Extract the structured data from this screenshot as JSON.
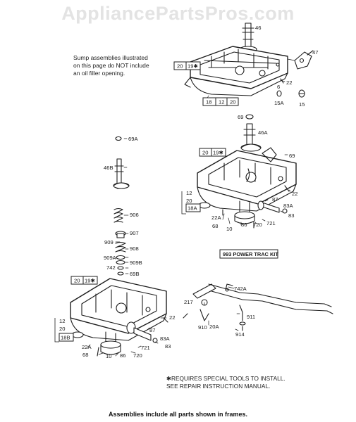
{
  "watermark": "AppliancePartsPros.com",
  "note_lines": [
    "Sump assemblies illustrated",
    "on this page do NOT include",
    "an oil filler opening."
  ],
  "kit_label": "993 POWER TRAC KIT",
  "tools_lines": [
    "✱REQUIRES SPECIAL TOOLS TO INSTALL.",
    "SEE REPAIR INSTRUCTION MANUAL."
  ],
  "footer": "Assemblies include all parts shown in frames.",
  "labels": {
    "l46": "46",
    "l47": "47",
    "l22a": "22",
    "l6": "6",
    "l15a": "15A",
    "l15": "15",
    "b20a": "20",
    "b19a": "19✱",
    "b18": "18",
    "b12a": "12",
    "b20b": "20",
    "l69": "69",
    "l46a": "46A",
    "l69a": "69A",
    "l46b": "46B",
    "b20c": "20",
    "b19b": "19✱",
    "l69r": "69",
    "l22b": "22",
    "l12a": "12",
    "l20a": "20",
    "b18a": "18A",
    "l87a": "87",
    "l83a1": "83A",
    "l83a2": "83",
    "l22a2": "22A",
    "l68a": "68",
    "l10a": "10",
    "l86a": "86",
    "l720a": "720",
    "l721a": "721",
    "l906": "906",
    "l907": "907",
    "l909": "909",
    "l908": "908",
    "l909a": "909A",
    "l909b": "909B",
    "l742": "742",
    "l69b": "69B",
    "b20d": "20",
    "b19c": "19✱",
    "l22c": "22",
    "l12b": "12",
    "l20b": "20",
    "b18b": "18B",
    "l87b": "87",
    "l83a3": "83A",
    "l83b": "83",
    "l22a3": "22A",
    "l68b": "68",
    "l10b": "10",
    "l86b": "86",
    "l720b": "720",
    "l721b": "721",
    "l742a": "742A",
    "l217": "217",
    "l910": "910",
    "l20a2": "20A",
    "l911": "911",
    "l914": "914"
  }
}
